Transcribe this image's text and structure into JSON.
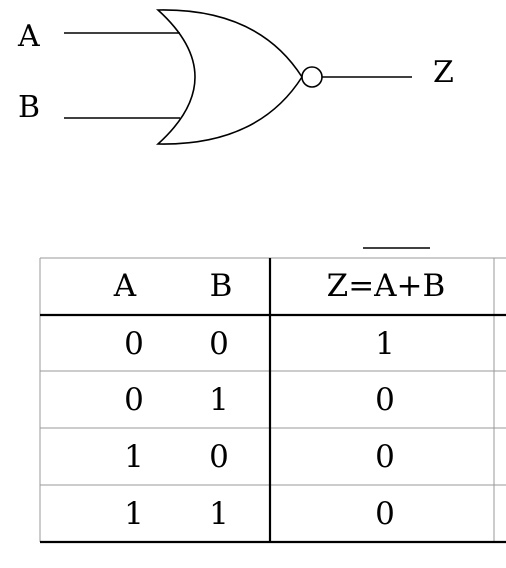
{
  "gate": {
    "input_a": "A",
    "input_b": "B",
    "output": "Z"
  },
  "table": {
    "headers": [
      "A",
      "B",
      "Z=A+B"
    ],
    "rows": [
      [
        "0",
        "0",
        "1"
      ],
      [
        "0",
        "1",
        "0"
      ],
      [
        "1",
        "0",
        "0"
      ],
      [
        "1",
        "1",
        "0"
      ]
    ]
  }
}
